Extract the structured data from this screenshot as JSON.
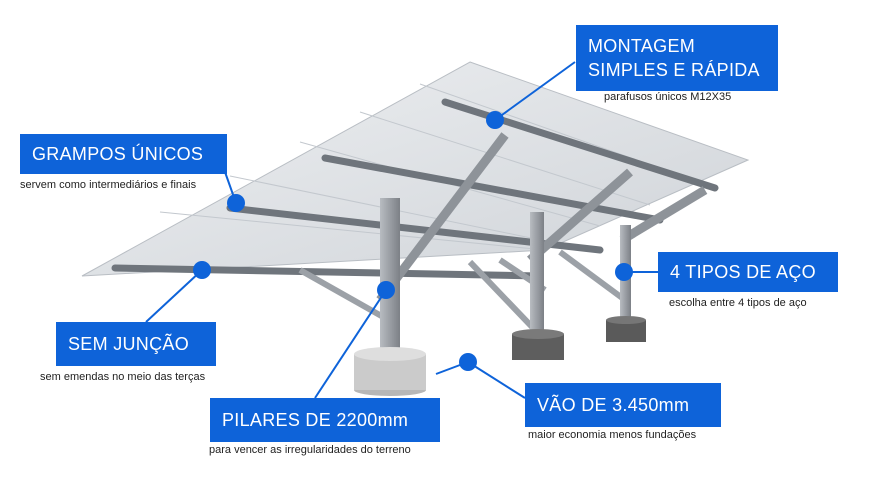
{
  "callouts": [
    {
      "title": "MONTAGEM SIMPLES E RÁPIDA",
      "title_line1": "MONTAGEM",
      "title_line2": "SIMPLES E RÁPIDA",
      "subtitle": "parafusos únicos M12X35"
    },
    {
      "title": "GRAMPOS ÚNICOS",
      "subtitle": "servem como intermediários e finais"
    },
    {
      "title": "4 TIPOS DE AÇO",
      "subtitle": "escolha entre 4 tipos de aço"
    },
    {
      "title": "SEM JUNÇÃO",
      "subtitle": "sem emendas no meio das terças"
    },
    {
      "title": "PILARES DE 2200mm",
      "subtitle": "para vencer as irregularidades do terreno"
    },
    {
      "title": "VÃO DE 3.450mm",
      "subtitle": "maior economia menos fundações"
    }
  ],
  "colors": {
    "accent": "#0e63d9",
    "steel": "#8e9399",
    "panel": "#dfe2e6",
    "concrete": "#c9c9c9",
    "dark_footing": "#5a5a5a"
  }
}
